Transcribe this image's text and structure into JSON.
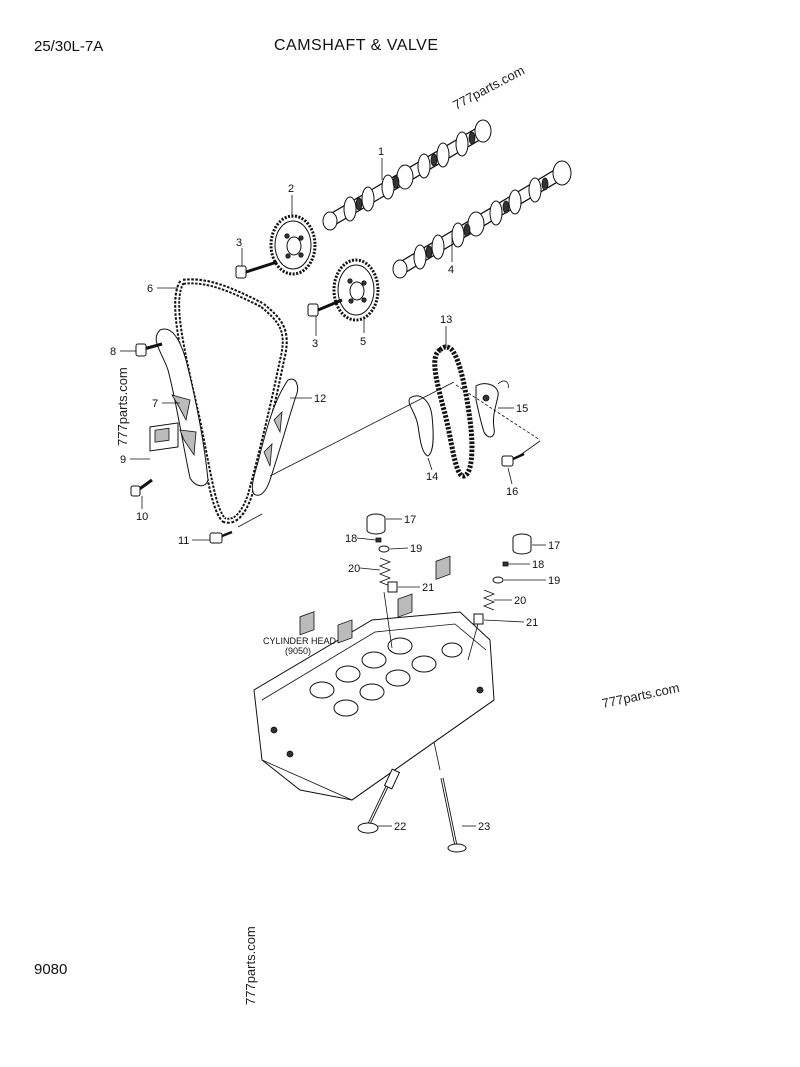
{
  "header": {
    "model": "25/30L-7A",
    "title": "CAMSHAFT & VALVE",
    "page_number": "9080"
  },
  "watermarks": [
    "777parts.com",
    "777parts.com",
    "777parts.com",
    "777parts.com"
  ],
  "cylinder_head_label": {
    "name": "CYLINDER HEAD",
    "ref": "(9050)"
  },
  "callouts": [
    "1",
    "2",
    "3",
    "3",
    "4",
    "5",
    "6",
    "7",
    "8",
    "9",
    "10",
    "11",
    "12",
    "13",
    "14",
    "15",
    "16",
    "17",
    "17",
    "18",
    "18",
    "19",
    "19",
    "20",
    "20",
    "21",
    "21",
    "22",
    "23"
  ]
}
